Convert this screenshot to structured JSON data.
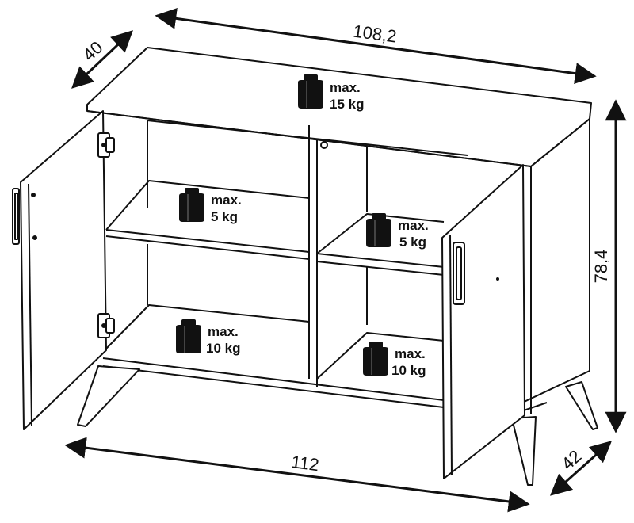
{
  "dimensions": {
    "top_width": "108,2",
    "top_depth": "40",
    "height": "78,4",
    "bottom_width": "112",
    "bottom_depth": "42"
  },
  "load_labels": {
    "top": {
      "line1": "max.",
      "line2": "15 kg"
    },
    "upper_left": {
      "line1": "max.",
      "line2": "5 kg"
    },
    "upper_right": {
      "line1": "max.",
      "line2": "5 kg"
    },
    "lower_left": {
      "line1": "max.",
      "line2": "10 kg"
    },
    "lower_right": {
      "line1": "max.",
      "line2": "10 kg"
    }
  },
  "icons": [
    "weight-icon",
    "hinge-icon",
    "door-handle-icon",
    "dimension-arrow-icon"
  ]
}
